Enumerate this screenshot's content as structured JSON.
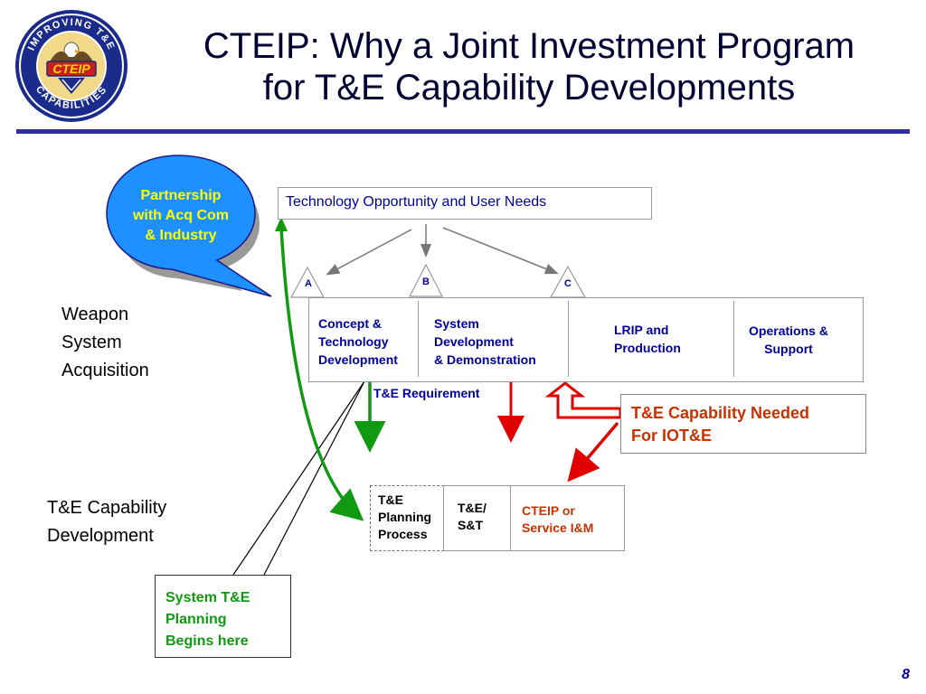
{
  "slide": {
    "title_line1": "CTEIP: Why a Joint Investment Program",
    "title_line2": "for T&E Capability Developments",
    "page_number": "8"
  },
  "logo": {
    "ring_top": "IMPROVING T&E",
    "ring_bottom": "CAPABILITIES",
    "center": "CTEIP"
  },
  "callout": {
    "line1": "Partnership",
    "line2": "with Acq Com",
    "line3": "& Industry"
  },
  "tech_box": {
    "label": "Technology Opportunity and User Needs"
  },
  "milestones": {
    "a": "A",
    "b": "B",
    "c": "C"
  },
  "phases": {
    "p1": {
      "line1": "Concept &",
      "line2": "Technology",
      "line3": "Development"
    },
    "p2": {
      "line1": "System",
      "line2": "Development",
      "line3": "& Demonstration"
    },
    "p3": {
      "line1": "LRIP and",
      "line2": "Production"
    },
    "p4": {
      "line1": "Operations &",
      "line2": "Support"
    }
  },
  "side_labels": {
    "weapon": {
      "line1": "Weapon",
      "line2": "System",
      "line3": "Acquisition"
    },
    "capability": {
      "line1": "T&E Capability",
      "line2": "Development"
    }
  },
  "te_requirement": "T&E Requirement",
  "capability_needed": {
    "line1": "T&E Capability Needed",
    "line2": "For IOT&E"
  },
  "lower_boxes": {
    "planning": {
      "line1": "T&E",
      "line2": "Planning",
      "line3": "Process"
    },
    "st": {
      "line1": "T&E/",
      "line2": "S&T"
    },
    "cteip": {
      "line1": "CTEIP or",
      "line2": "Service I&M"
    }
  },
  "system_planning": {
    "line1": "System T&E",
    "line2": "Planning",
    "line3": "Begins here"
  },
  "colors": {
    "title_rule": "#2e2e9e",
    "callout_fill": "#1e90ff",
    "callout_text": "#ffff00",
    "arrow_green": "#119911",
    "arrow_red": "#e00000",
    "text_blue": "#000099",
    "text_red": "#c83200"
  }
}
